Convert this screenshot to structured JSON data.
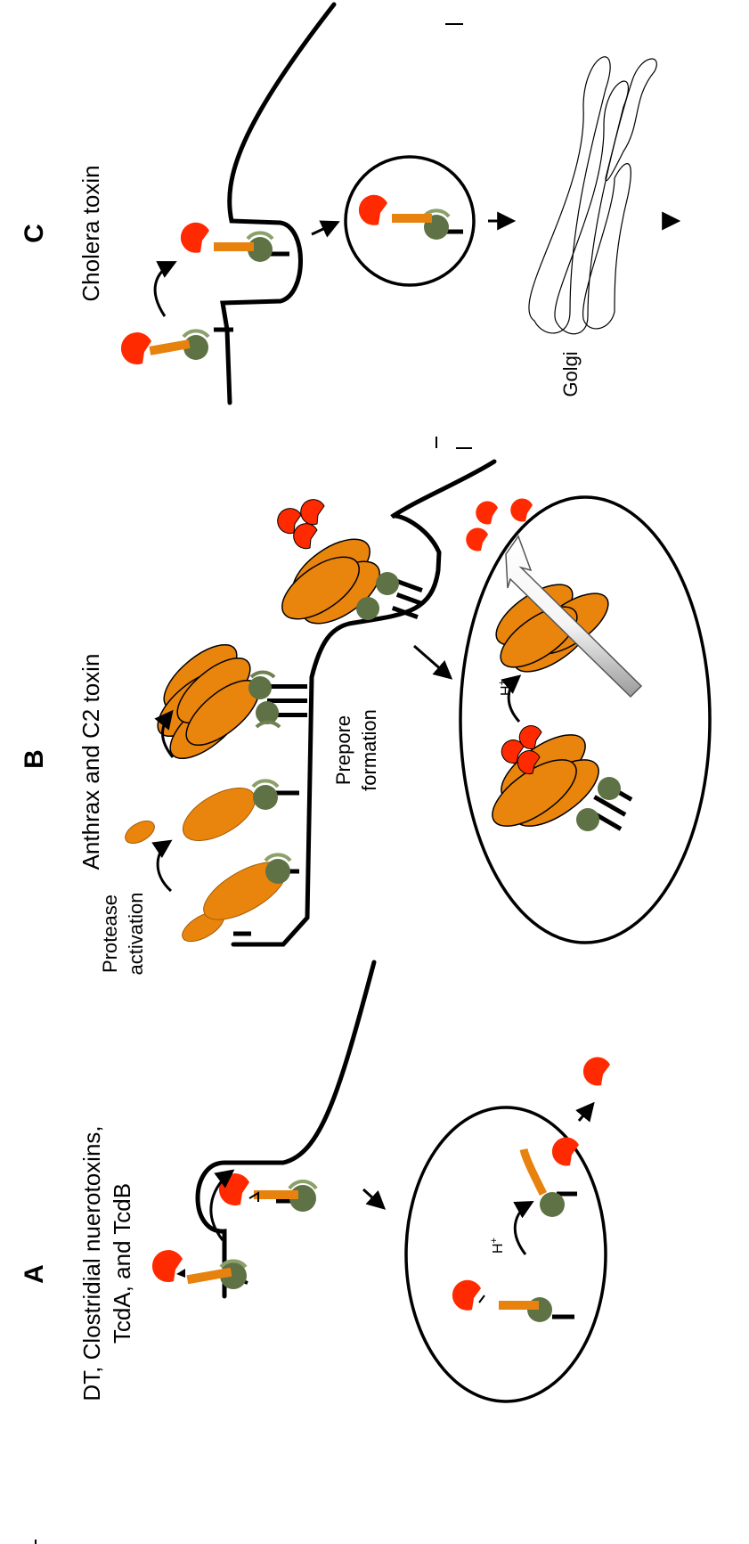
{
  "panels": {
    "a": {
      "letter": "A",
      "title_lines": [
        "DT, Clostridial nuerotoxins,",
        "TcdA, and TcdB"
      ],
      "h_plus": "H"
    },
    "b": {
      "letter": "B",
      "title": "Anthrax and C2 toxin",
      "protease_lines": [
        "Protease",
        "activation"
      ],
      "prepore_lines": [
        "Prepore",
        "formation"
      ],
      "h_plus": "H"
    },
    "c": {
      "letter": "C",
      "title": "Cholera toxin",
      "golgi": "Golgi"
    }
  },
  "colors": {
    "toxin_red": "#ff2a00",
    "linker_orange": "#e8820e",
    "receptor_green": "#5e7245",
    "receptor_light": "#8ca06a",
    "pore_orange": "#e9850d",
    "membrane": "#000000"
  },
  "icons": [
    "toxin-a-subunit-icon",
    "receptor-icon",
    "pore-heptamer-icon",
    "golgi-icon",
    "translocation-arrow-icon"
  ]
}
